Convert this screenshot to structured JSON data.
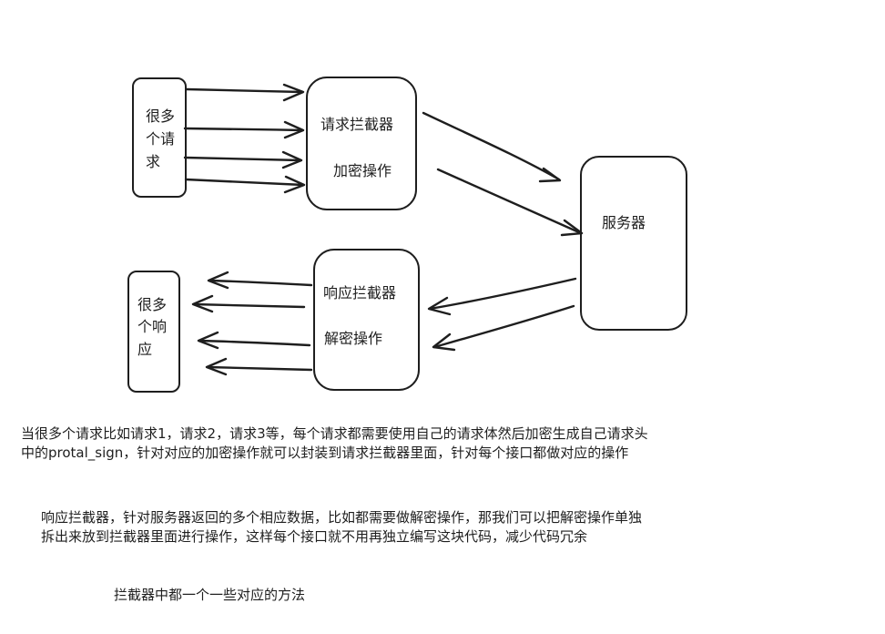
{
  "nodes": {
    "many_requests": {
      "lines": [
        "很多",
        "个请",
        "求"
      ]
    },
    "request_interceptor": {
      "lines": [
        "请求拦截器",
        "加密操作"
      ]
    },
    "server": {
      "lines": [
        "服务器"
      ]
    },
    "response_interceptor": {
      "lines": [
        "响应拦截器",
        "解密操作"
      ]
    },
    "many_responses": {
      "lines": [
        "很多",
        "个响",
        "应"
      ]
    }
  },
  "notes": {
    "request_note": {
      "line1": "当很多个请求比如请求1，请求2，请求3等，每个请求都需要使用自己的请求体然后加密生成自己请求头",
      "line2": "中的protal_sign，针对对应的加密操作就可以封装到请求拦截器里面，针对每个接口都做对应的操作"
    },
    "response_note": {
      "line1": "响应拦截器，针对服务器返回的多个相应数据，比如都需要做解密操作，那我们可以把解密操作单独",
      "line2": "拆出来放到拦截器里面进行操作，这样每个接口就不用再独立编写这块代码，减少代码冗余"
    },
    "summary": "拦截器中都一个一些对应的方法"
  },
  "colors": {
    "stroke": "#1e1e1e",
    "background": "#ffffff"
  }
}
